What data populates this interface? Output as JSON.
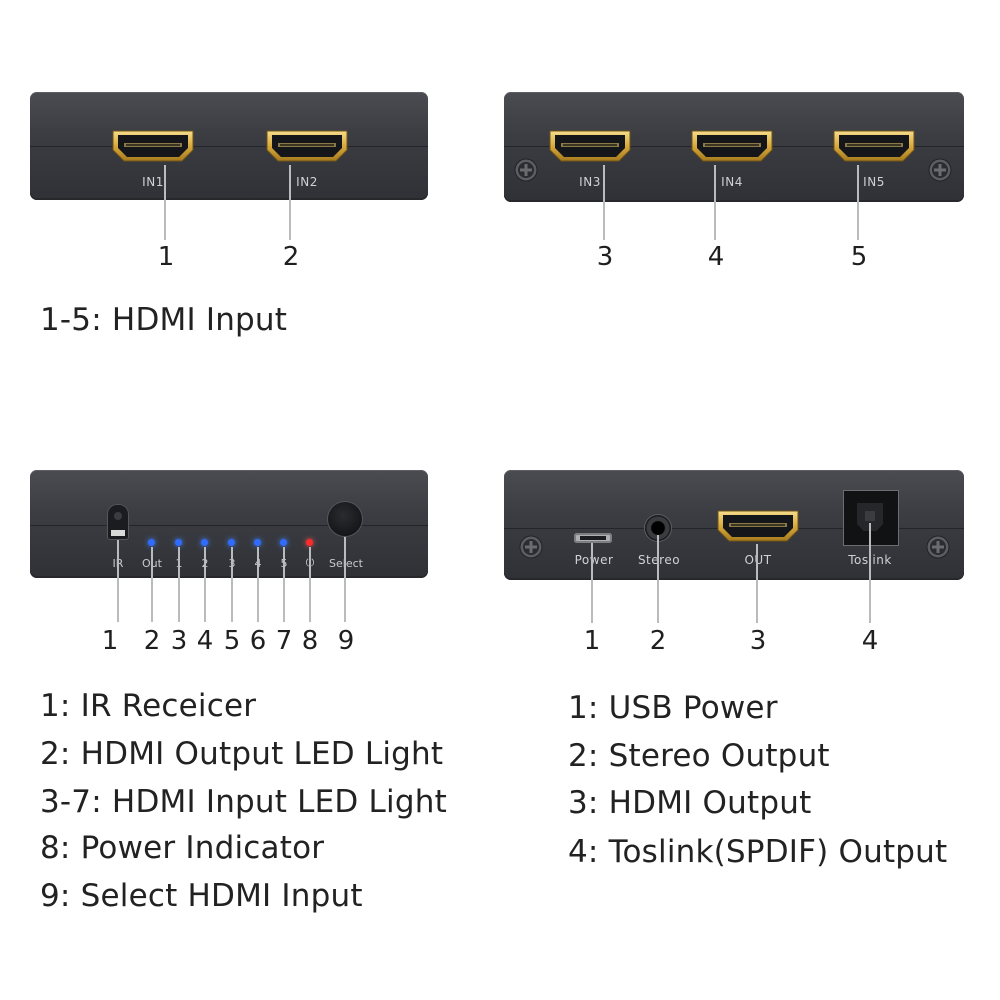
{
  "top_left": {
    "ports": [
      {
        "label": "IN1",
        "number": "1"
      },
      {
        "label": "IN2",
        "number": "2"
      }
    ]
  },
  "top_right": {
    "ports": [
      {
        "label": "IN3",
        "number": "3"
      },
      {
        "label": "IN4",
        "number": "4"
      },
      {
        "label": "IN5",
        "number": "5"
      }
    ]
  },
  "caption_inputs": "1-5: HDMI Input",
  "front": {
    "labels": {
      "ir": "IR",
      "out": "Out",
      "in1": "1",
      "in2": "2",
      "in3": "3",
      "in4": "4",
      "in5": "5",
      "power": "⏻",
      "select": "Select"
    },
    "led_colors": {
      "blue": "#2f6bff",
      "red": "#ff2a2a"
    },
    "numbers": [
      "1",
      "2",
      "3",
      "4",
      "5",
      "6",
      "7",
      "8",
      "9"
    ],
    "legend": [
      "1: IR Receicer",
      "2: HDMI Output LED Light",
      "3-7: HDMI Input LED Light",
      "8: Power Indicator",
      "9: Select HDMI Input"
    ]
  },
  "back": {
    "labels": {
      "power": "Power",
      "stereo": "Stereo",
      "out": "OUT",
      "toslink": "Toslink"
    },
    "numbers": [
      "1",
      "2",
      "3",
      "4"
    ],
    "legend": [
      "1: USB Power",
      "2: Stereo Output",
      "3: HDMI Output",
      "4: Toslink(SPDIF) Output"
    ]
  }
}
